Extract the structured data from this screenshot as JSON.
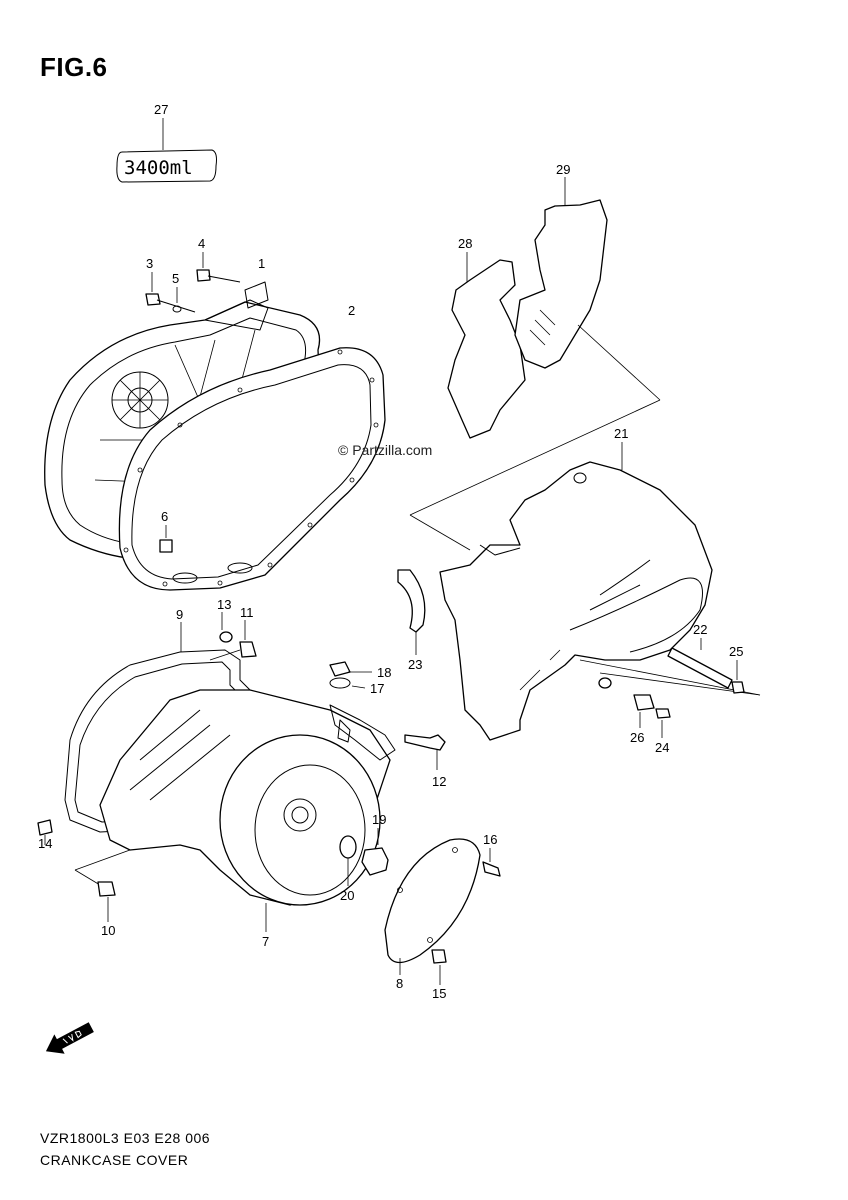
{
  "figure": {
    "title": "FIG.6"
  },
  "watermark": "© Partzilla.com",
  "label_27_text": "3400ml",
  "footer": {
    "model_code": "VZR1800L3  E03  E28  006",
    "section_title": "CRANKCASE COVER"
  },
  "fwd_arrow_icon": "fwd-arrow-icon",
  "callouts": [
    "1",
    "2",
    "3",
    "4",
    "5",
    "6",
    "7",
    "8",
    "9",
    "10",
    "11",
    "12",
    "13",
    "14",
    "15",
    "16",
    "17",
    "18",
    "19",
    "20",
    "21",
    "22",
    "23",
    "24",
    "25",
    "26",
    "27",
    "28",
    "29"
  ]
}
